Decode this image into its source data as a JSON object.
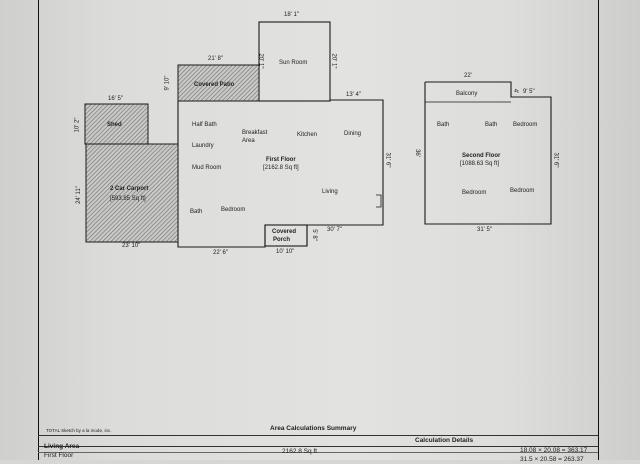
{
  "plan": {
    "dims": {
      "sun_top": "18' 1\"",
      "sun_left": "20' 1\"",
      "sun_right": "20' 1\"",
      "patio_top": "21' 8\"",
      "patio_side": "9' 10\"",
      "shed_top": "16' 5\"",
      "shed_side": "10' 2\"",
      "carport_side": "24' 11\"",
      "carport_bottom": "23' 10\"",
      "main_right_top": "13' 4\"",
      "main_right_side": "31' 6\"",
      "main_bottom_left": "22' 6\"",
      "porch_bottom": "10' 10\"",
      "porch_side": "5' 8\"",
      "main_bottom_right": "30' 7\"",
      "second_top": "22'",
      "balcony_right": "9' 5\"",
      "balcony_side": "4'",
      "second_left": "36'",
      "second_right": "31' 6\"",
      "second_bottom": "31' 5\""
    },
    "rooms": {
      "sun_room": "Sun Room",
      "covered_patio": "Covered Patio",
      "shed": "Shed",
      "carport_name": "2 Car Carport",
      "carport_area": "[593.85 Sq ft]",
      "half_bath": "Half Bath",
      "laundry": "Laundry",
      "mud_room": "Mud Room",
      "bath": "Bath",
      "bedroom": "Bedroom",
      "breakfast": "Breakfast",
      "breakfast_area": "Area",
      "kitchen": "Kitchen",
      "dining": "Dining",
      "first_floor": "First Floor",
      "first_floor_area": "[2162.8 Sq ft]",
      "living": "Living",
      "covered_porch_1": "Covered",
      "covered_porch_2": "Porch",
      "balcony": "Balcony",
      "bath2_left": "Bath",
      "bath2_mid": "Bath",
      "bedroom2_tr": "Bedroom",
      "second_floor": "Second Floor",
      "second_floor_area": "[1088.63 Sq ft]",
      "bedroom2_bl": "Bedroom",
      "bedroom2_br": "Bedroom"
    }
  },
  "footer": {
    "credit": "TOTAL Sketch by a la mode, inc.",
    "summary_title": "Area Calculations Summary",
    "calc_details": "Calculation Details",
    "living_area": "Living Area",
    "first_floor": "First Floor",
    "first_floor_value": "2162.8 Sq ft",
    "calc_line": "18.08 × 20.08  =  363.17",
    "calc_line2": "31.5 × 20.58  =  263.37"
  },
  "colors": {
    "line": "#1a1a1a",
    "hatch": "#8a8a8a",
    "paper": "#e0e0de"
  }
}
